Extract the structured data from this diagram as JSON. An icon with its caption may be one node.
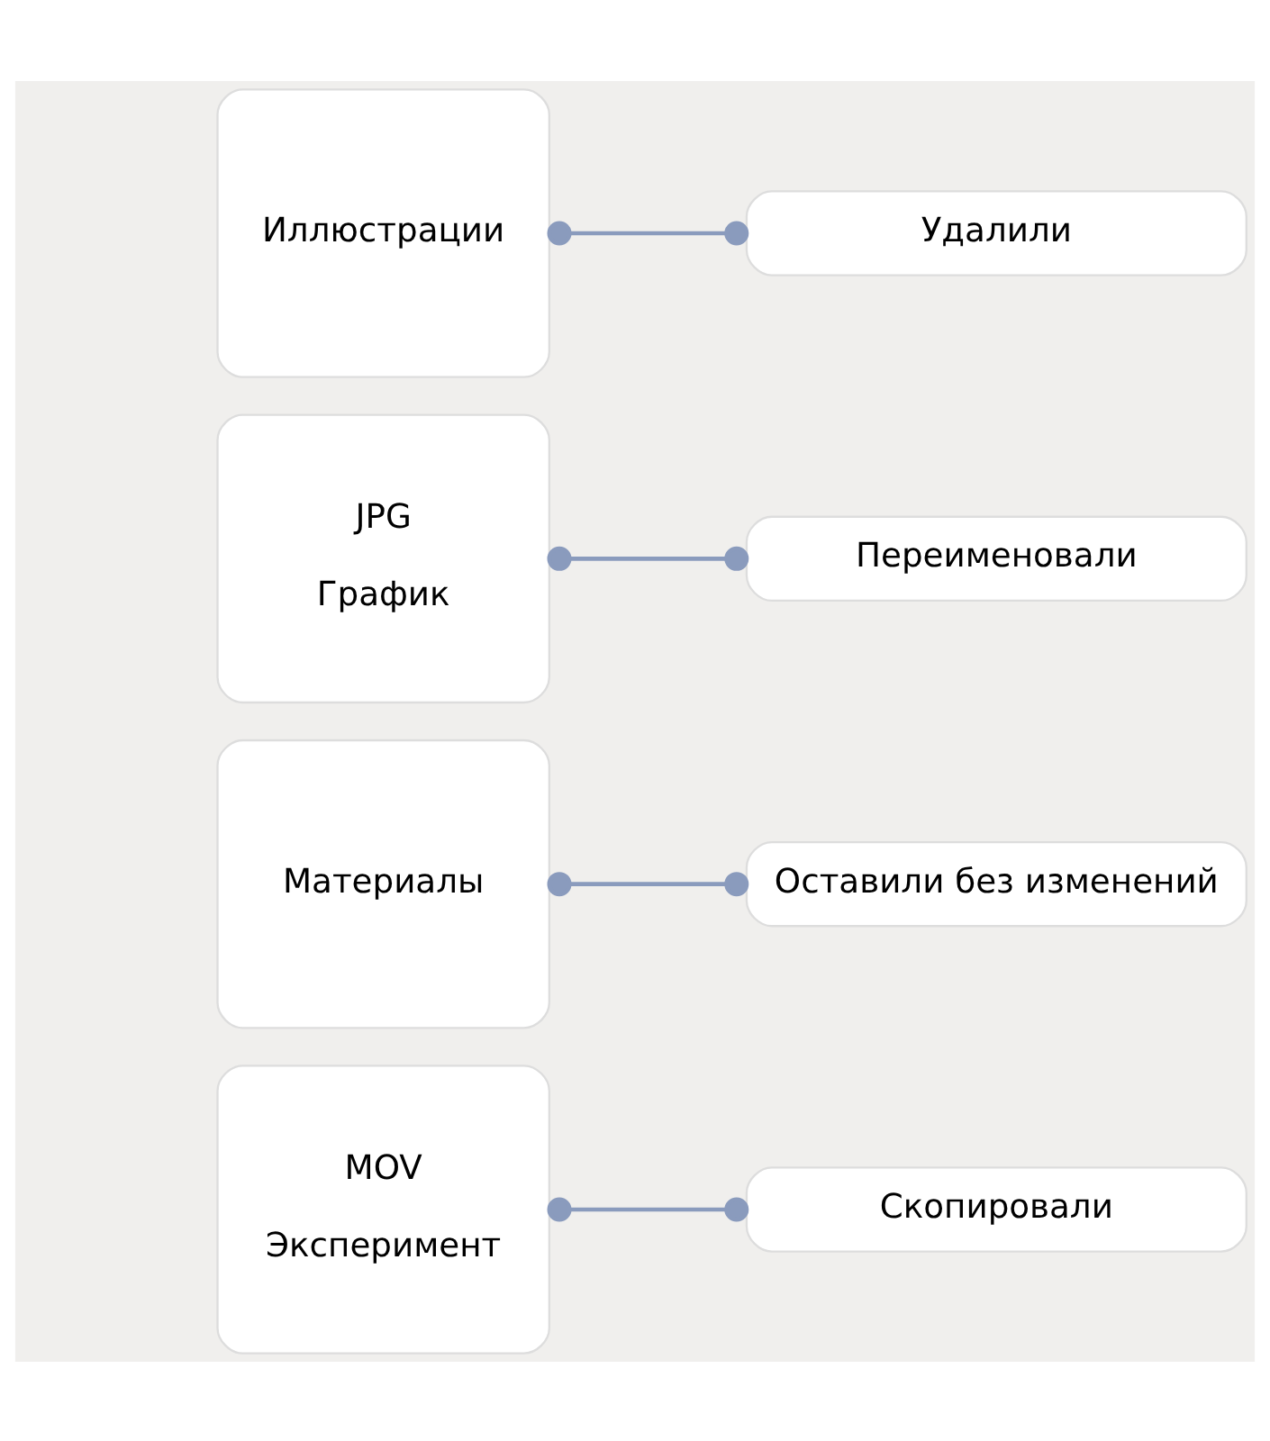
{
  "diagram": {
    "nodes": [
      {
        "text": [
          "Иллюстрации"
        ]
      },
      {
        "text": [
          "MOV",
          "Эксперимент"
        ]
      },
      {
        "text": [
          "Материалы"
        ]
      },
      {
        "text": [
          "JPG",
          "График"
        ]
      },
      {
        "text": [
          "Скопировали"
        ]
      },
      {
        "text": [
          "Удалили"
        ]
      },
      {
        "text": [
          "Переименовали"
        ]
      },
      {
        "text": [
          "Оставили без изменений"
        ]
      }
    ],
    "edges": [
      {
        "from": 0,
        "to": 5,
        "arrow": "other"
      },
      {
        "from": 1,
        "to": 4,
        "arrow": "other"
      },
      {
        "from": 2,
        "to": 7,
        "arrow": "other"
      },
      {
        "from": 3,
        "to": 6,
        "arrow": "other"
      }
    ]
  }
}
